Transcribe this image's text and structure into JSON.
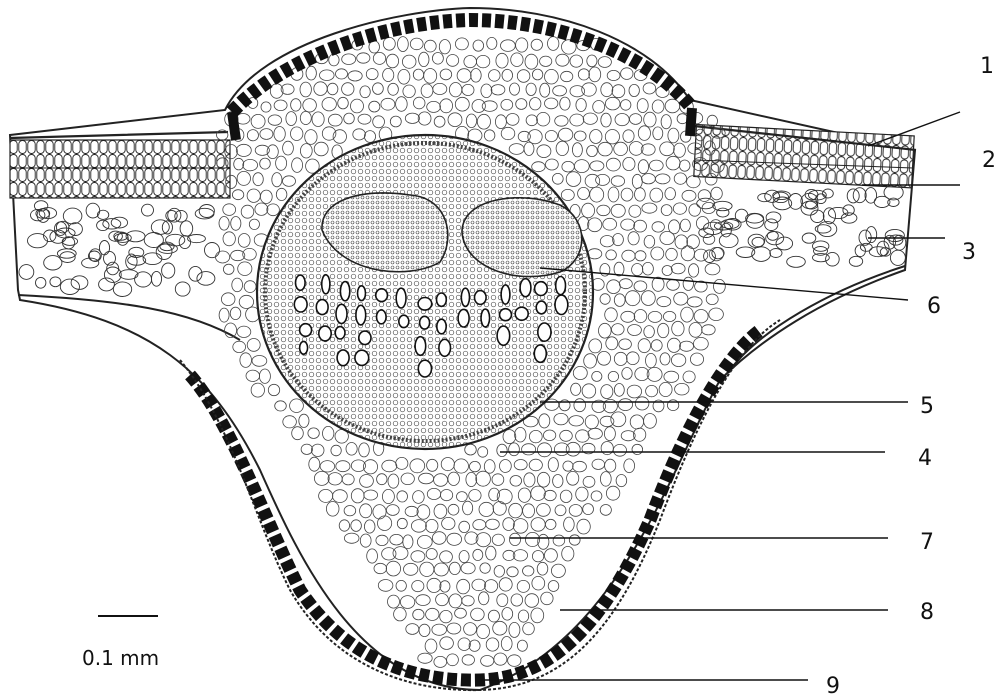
{
  "figure": {
    "labels": [
      {
        "id": "1",
        "text": "1"
      },
      {
        "id": "2",
        "text": "2"
      },
      {
        "id": "3",
        "text": "3"
      },
      {
        "id": "4",
        "text": "4"
      },
      {
        "id": "5",
        "text": "5"
      },
      {
        "id": "6",
        "text": "6"
      },
      {
        "id": "7",
        "text": "7"
      },
      {
        "id": "8",
        "text": "8"
      },
      {
        "id": "9",
        "text": "9"
      }
    ],
    "scale_bar": {
      "text": "0.1 mm"
    }
  },
  "colors": {
    "ink": "#1e1e1e",
    "paper": "#ffffff",
    "sclerenchyma": "#111111",
    "bundle": "#3a3a3a"
  }
}
